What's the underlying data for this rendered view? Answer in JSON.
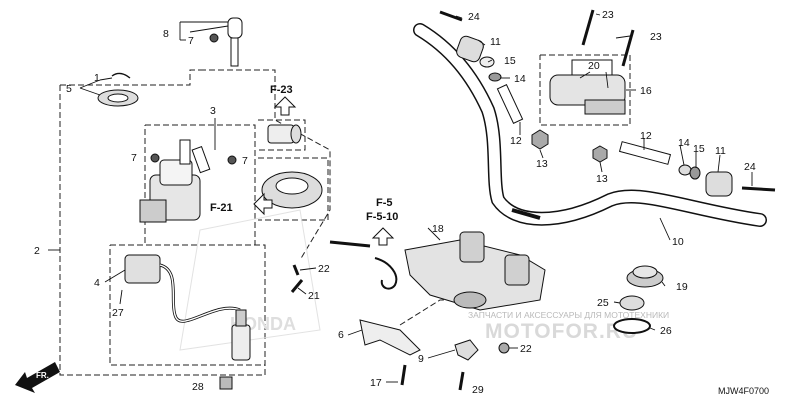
{
  "diagram": {
    "code": "MJW4F0700",
    "direction_label": "FR.",
    "watermark": {
      "line1": "ЗАПЧАСТИ И АКСЕССУАРЫ ДЛЯ МОТОТЕХНИКИ",
      "line2": "MOTOFOR.RU"
    },
    "references": [
      "F-23",
      "F-21",
      "F-5",
      "F-5-10"
    ],
    "callouts": [
      "1",
      "2",
      "3",
      "4",
      "5",
      "6",
      "7",
      "7",
      "7",
      "8",
      "9",
      "10",
      "11",
      "11",
      "12",
      "12",
      "13",
      "13",
      "14",
      "14",
      "15",
      "15",
      "16",
      "17",
      "18",
      "19",
      "20",
      "21",
      "22",
      "22",
      "23",
      "23",
      "24",
      "24",
      "25",
      "26",
      "27",
      "28",
      "29"
    ]
  }
}
